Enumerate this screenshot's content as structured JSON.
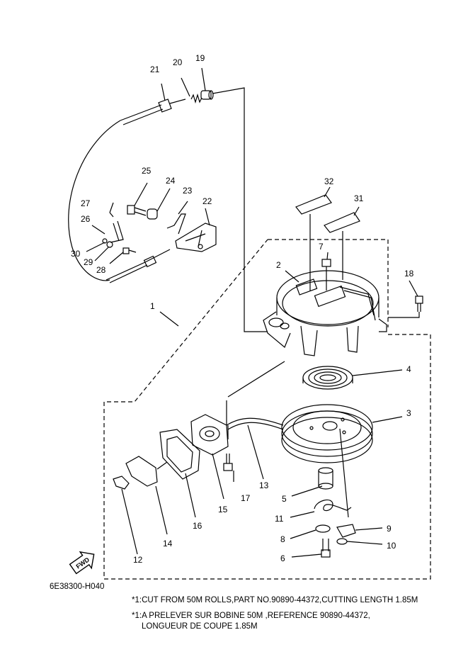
{
  "diagram": {
    "callouts": [
      "1",
      "2",
      "3",
      "4",
      "5",
      "6",
      "7",
      "8",
      "9",
      "10",
      "11",
      "12",
      "13",
      "14",
      "15",
      "16",
      "17",
      "18",
      "19",
      "20",
      "21",
      "22",
      "23",
      "24",
      "25",
      "26",
      "27",
      "28",
      "29",
      "30",
      "31",
      "32"
    ],
    "fwd_label": "FWD",
    "diagram_code": "6E38300-H040",
    "notes": {
      "line1": "*1:CUT FROM 50M ROLLS,PART NO.90890-44372,CUTTING LENGTH 1.85M",
      "line2": "*1:A PRELEVER SUR BOBINE 50M ,REFERENCE 90890-44372,",
      "line3": "LONGUEUR DE COUPE 1.85M"
    }
  }
}
